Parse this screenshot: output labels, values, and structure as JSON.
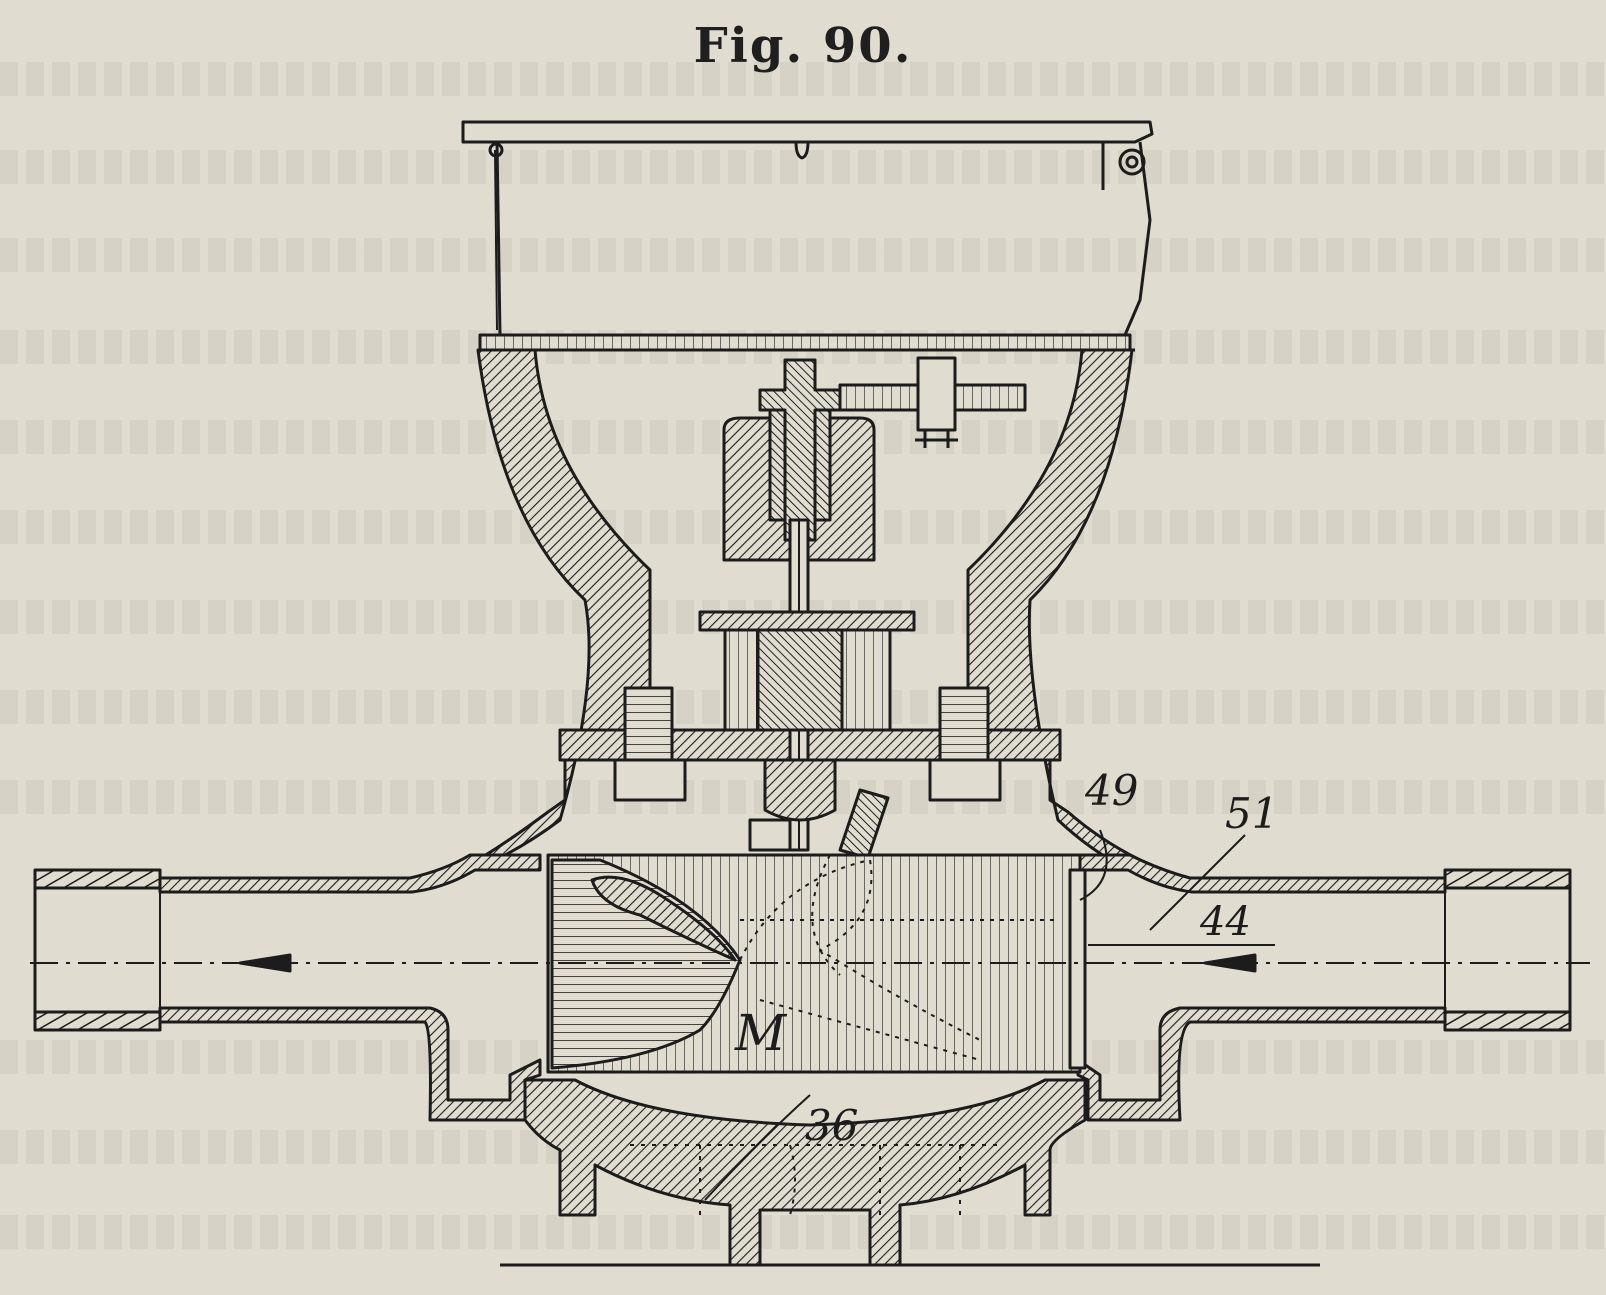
{
  "figure": {
    "title": "Fig. 90.",
    "labels": {
      "l49": "49",
      "l51": "51",
      "l44": "44",
      "l36": "36",
      "lM": "M"
    }
  },
  "colors": {
    "paper": "#e0ddd0",
    "ink": "#1c1c1c"
  }
}
